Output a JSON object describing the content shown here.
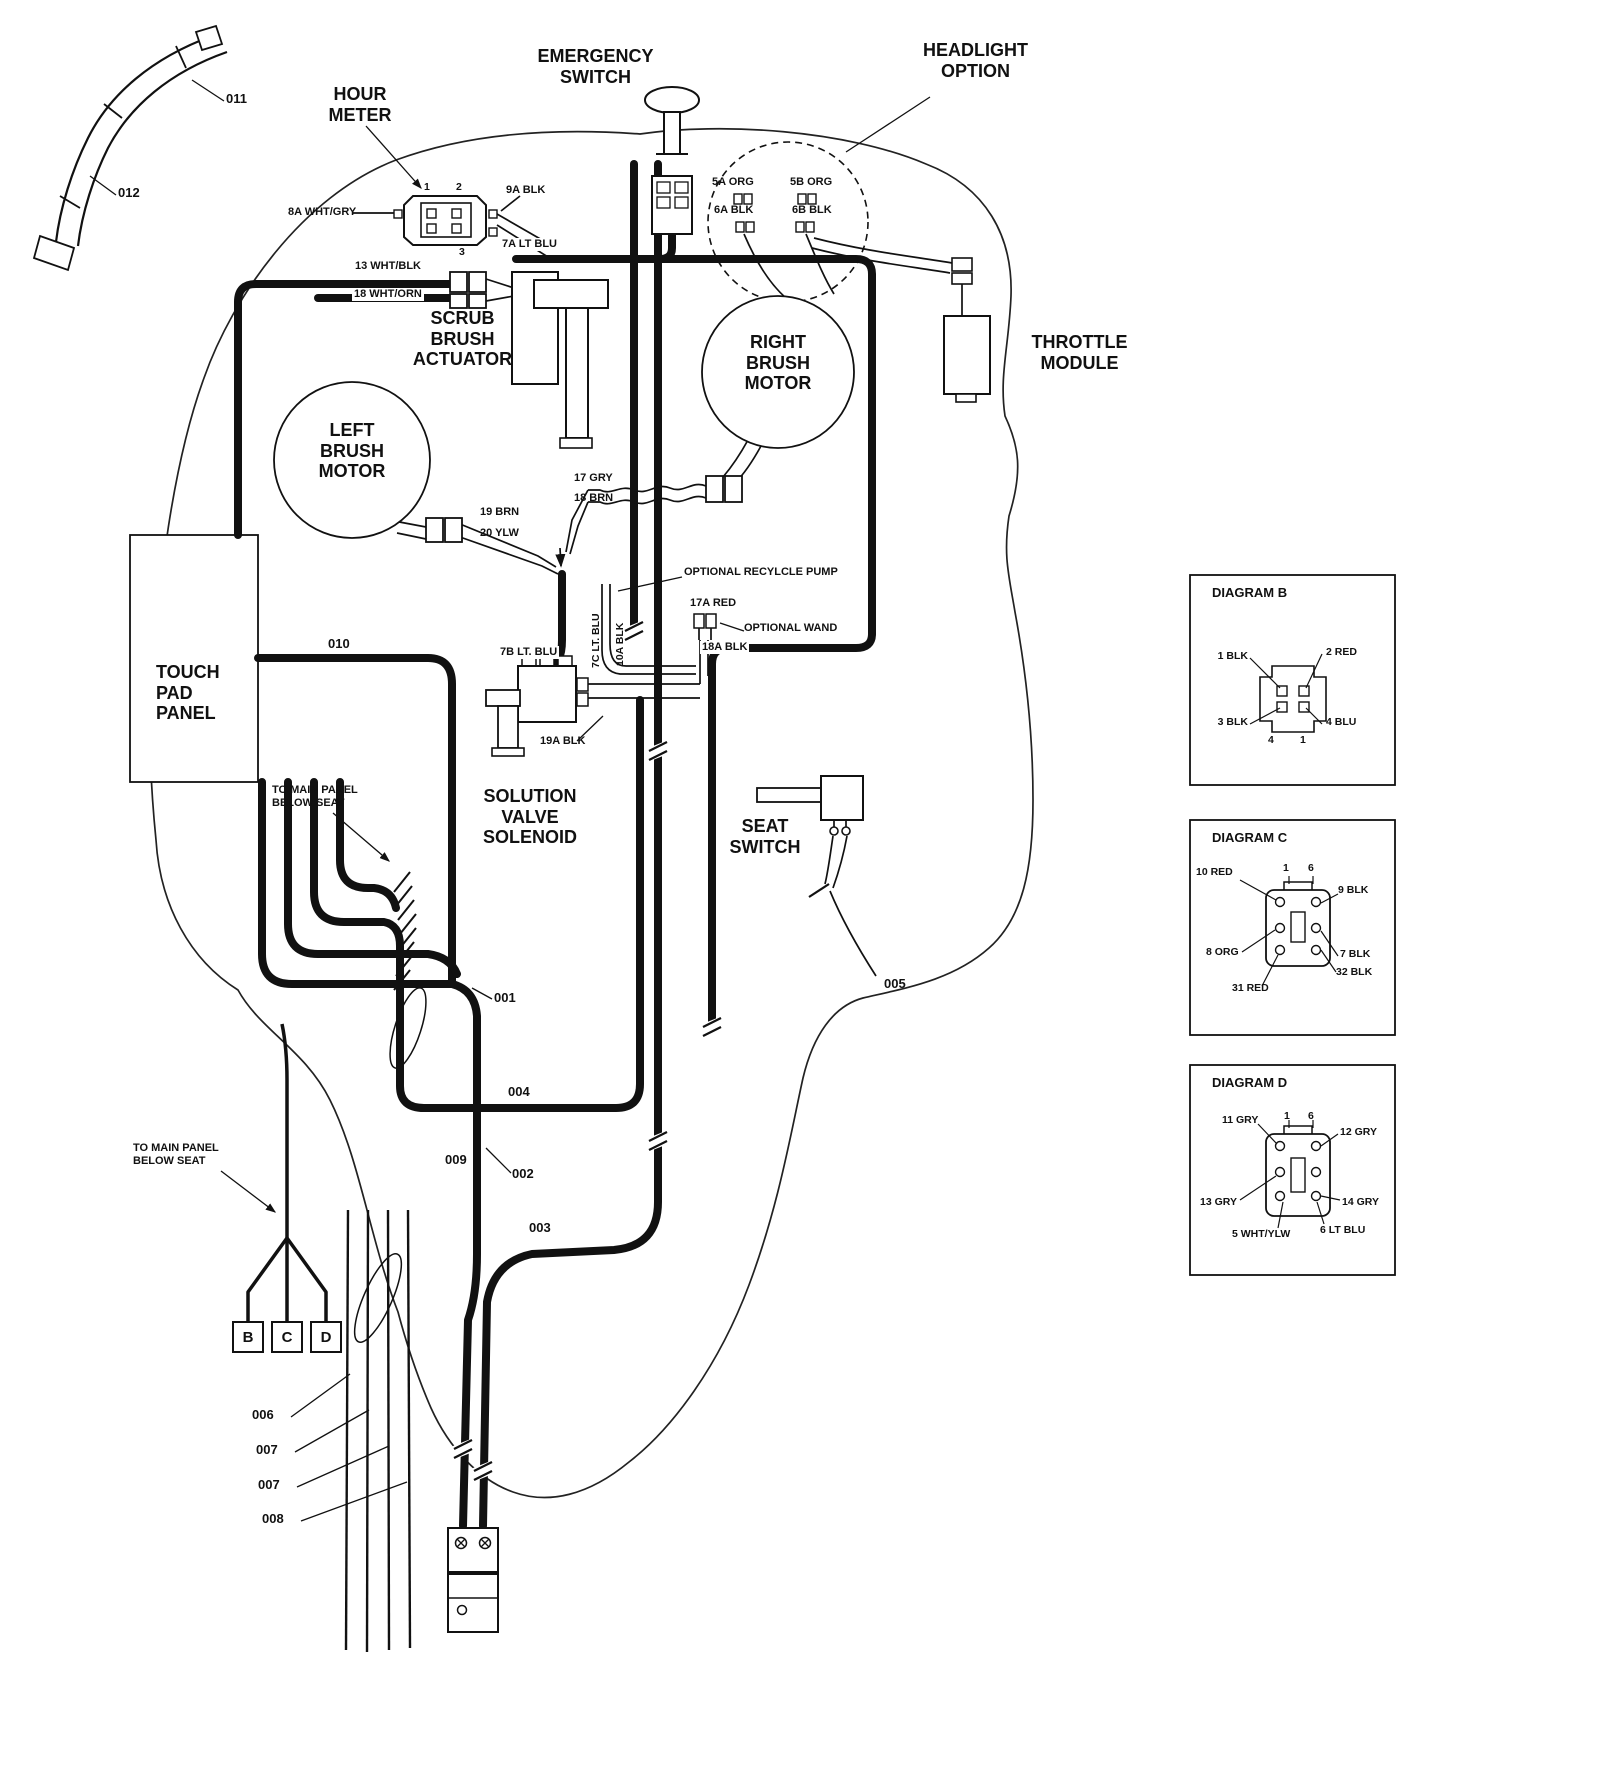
{
  "labels": {
    "hour_meter": "HOUR\nMETER",
    "emergency_switch": "EMERGENCY\nSWITCH",
    "headlight_option": "HEADLIGHT\nOPTION",
    "throttle_module": "THROTTLE\nMODULE",
    "scrub_brush_actuator": "SCRUB\nBRUSH\nACTUATOR",
    "left_brush_motor": "LEFT\nBRUSH\nMOTOR",
    "right_brush_motor": "RIGHT\nBRUSH\nMOTOR",
    "touch_pad_panel": "TOUCH\nPAD\nPANEL",
    "solution_valve_solenoid": "SOLUTION\nVALVE\nSOLENOID",
    "seat_switch": "SEAT\nSWITCH",
    "to_main_panel_seat_1": "TO MAIN PANEL\nBELOW SEAT",
    "to_main_panel_seat_2": "TO MAIN PANEL\nBELOW SEAT",
    "optional_recycle_pump": "OPTIONAL RECYLCLE PUMP",
    "optional_wand": "OPTIONAL WAND"
  },
  "wires": {
    "w8a": "8A WHT/GRY",
    "w9a": "9A BLK",
    "w7a": "7A LT BLU",
    "w13": "13 WHT/BLK",
    "w18wo": "18 WHT/ORN",
    "w5a": "5A ORG",
    "w5b": "5B ORG",
    "w6a": "6A BLK",
    "w6b": "6B BLK",
    "w17": "17 GRY",
    "w18b": "18 BRN",
    "w19": "19 BRN",
    "w20": "20 YLW",
    "w7b": "7B LT. BLU",
    "w7c": "7C LT. BLU",
    "w10a": "10A BLK",
    "w17a": "17A RED",
    "w18a": "18A BLK",
    "w19a": "19A BLK"
  },
  "hour_meter_pins": {
    "p1": "1",
    "p2": "2",
    "p3": "3"
  },
  "callouts": {
    "c001": "001",
    "c002": "002",
    "c003": "003",
    "c004": "004",
    "c005": "005",
    "c006": "006",
    "c007a": "007",
    "c007b": "007",
    "c008": "008",
    "c009": "009",
    "c010": "010",
    "c011": "011",
    "c012": "012"
  },
  "bcd": {
    "b": "B",
    "c": "C",
    "d": "D"
  },
  "diagram_b": {
    "title": "DIAGRAM B",
    "pin1": "1 BLK",
    "pin2": "2 RED",
    "pin3": "3 BLK",
    "pin4": "4 BLU",
    "num4": "4",
    "num1": "1"
  },
  "diagram_c": {
    "title": "DIAGRAM C",
    "pin10": "10 RED",
    "num1": "1",
    "num6": "6",
    "pin9": "9 BLK",
    "pin8": "8 ORG",
    "pin7": "7 BLK",
    "pin31": "31 RED",
    "pin32": "32 BLK"
  },
  "diagram_d": {
    "title": "DIAGRAM D",
    "pin11": "11 GRY",
    "num1": "1",
    "num6": "6",
    "pin12": "12 GRY",
    "pin13": "13 GRY",
    "pin14": "14 GRY",
    "pin5": "5 WHT/YLW",
    "pin6": "6 LT BLU"
  }
}
